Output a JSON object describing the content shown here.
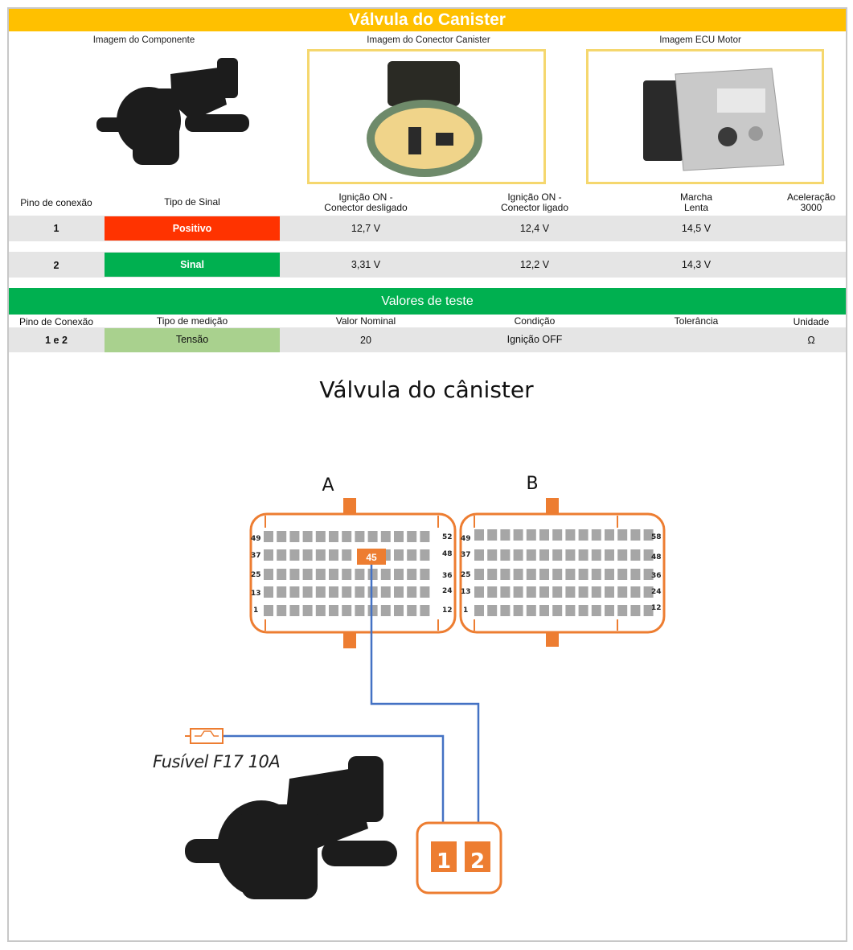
{
  "title": "Válvula do Canister",
  "images": {
    "component_caption": "Imagem do Componente",
    "connector_caption": "Imagem do Conector Canister",
    "ecu_caption": "Imagem ECU Motor"
  },
  "signal_table": {
    "headers": {
      "pin": "Pino de conexão",
      "signal_type": "Tipo de Sinal",
      "ign_on_disc_1": "Ignição ON -",
      "ign_on_disc_2": "Conector desligado",
      "ign_on_conn_1": "Ignição ON -",
      "ign_on_conn_2": "Conector ligado",
      "idle_1": "Marcha",
      "idle_2": "Lenta",
      "accel_1": "Aceleração",
      "accel_2": "3000"
    },
    "rows": [
      {
        "pin": "1",
        "signal": "Positivo",
        "signal_color": "#ff3300",
        "ign_disc": "12,7 V",
        "ign_conn": "12,4 V",
        "idle": "14,5 V",
        "accel": ""
      },
      {
        "pin": "2",
        "signal": "Sinal",
        "signal_color": "#00b050",
        "ign_disc": "3,31 V",
        "ign_conn": "12,2 V",
        "idle": "14,3 V",
        "accel": ""
      }
    ]
  },
  "test_values": {
    "title": "Valores de teste",
    "headers": {
      "pin": "Pino de Conexão",
      "measure": "Tipo de medição",
      "nominal": "Valor Nominal",
      "condition": "Condição",
      "tolerance": "Tolerância",
      "unit": "Unidade"
    },
    "row": {
      "pin": "1 e 2",
      "measure": "Tensão",
      "nominal": "20",
      "condition": "Ignição OFF",
      "tolerance": "",
      "unit": "Ω"
    }
  },
  "diagram": {
    "title": "Válvula do cânister",
    "connector_a_label": "A",
    "connector_b_label": "B",
    "a_row_labels_left": [
      "49",
      "37",
      "25",
      "13",
      "1"
    ],
    "a_row_labels_right": [
      "52",
      "48",
      "36",
      "24",
      "12"
    ],
    "b_row_labels_left": [
      "49",
      "37",
      "25",
      "13",
      "1"
    ],
    "b_row_labels_right": [
      "58",
      "48",
      "36",
      "24",
      "12"
    ],
    "highlight_pin": "45",
    "fuse_label": "Fusível F17 10A",
    "component_pin_1": "1",
    "component_pin_2": "2",
    "wire_color": "#4472c4",
    "connector_color": "#ed7d31"
  }
}
